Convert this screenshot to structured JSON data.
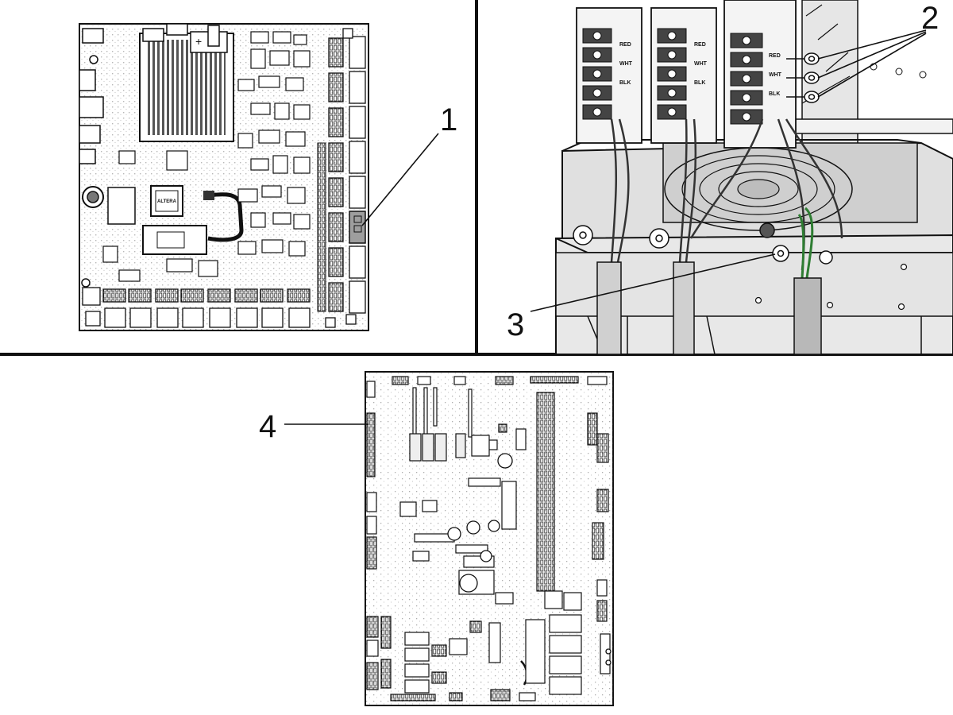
{
  "callouts": {
    "c1": "1",
    "c2": "2",
    "c3": "3",
    "c4": "4"
  },
  "wire_tags": {
    "red": "RED",
    "wht": "WHT",
    "blk": "BLK"
  },
  "chip_label": "ALTERA",
  "colors": {
    "line": "#111111",
    "panel_gray": "#d9d9d9",
    "dark_gray": "#8a8a8a",
    "ground_wire": "#2e7d32",
    "highlight": "#9e9e9e"
  }
}
